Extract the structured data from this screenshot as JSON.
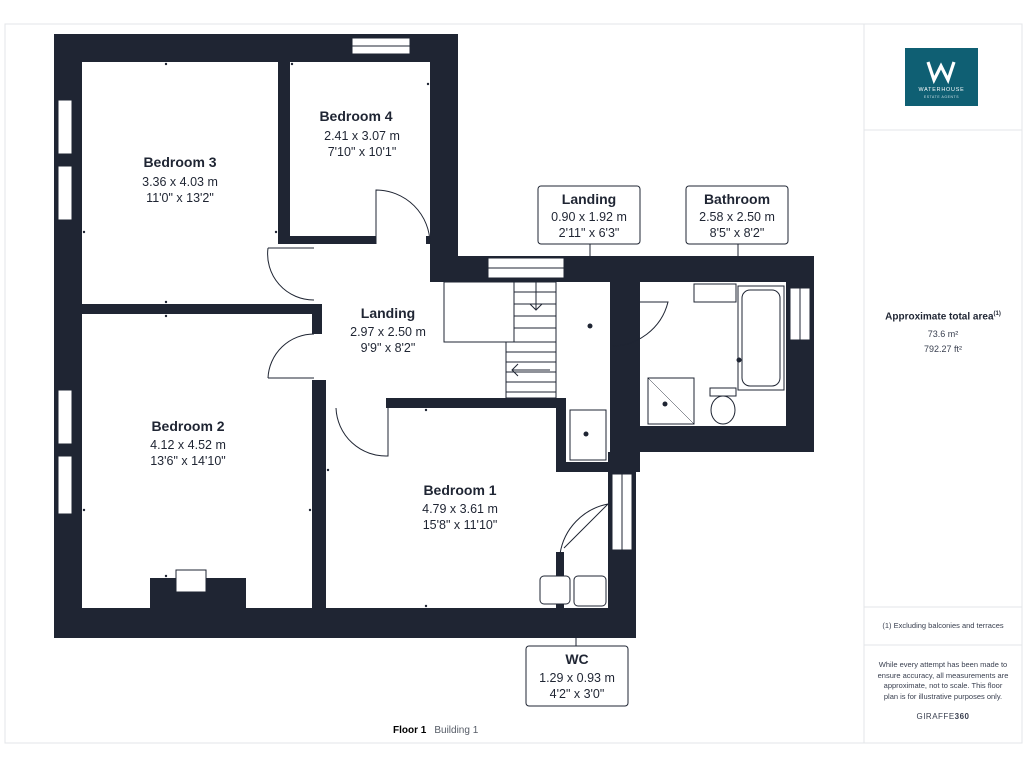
{
  "brand": {
    "name": "WATERHOUSE",
    "tagline": "ESTATE AGENTS",
    "color": "#0f5f73"
  },
  "summary": {
    "heading": "Approximate total area",
    "heading_mark": "(1)",
    "area_m2": "73.6 m²",
    "area_ft2": "792.27 ft²"
  },
  "footnote": "(1) Excluding balconies and terraces",
  "disclaimer": "While every attempt has been made to ensure accuracy, all measurements are approximate, not to scale. This floor plan is for illustrative purposes only.",
  "provider": {
    "prefix": "GIRAFFE",
    "suffix": "360"
  },
  "caption": {
    "floor": "Floor 1",
    "building": "Building 1"
  },
  "rooms": {
    "bedroom3": {
      "name": "Bedroom 3",
      "metric": "3.36 x 4.03 m",
      "imperial": "11'0\" x 13'2\""
    },
    "bedroom4": {
      "name": "Bedroom 4",
      "metric": "2.41 x 3.07 m",
      "imperial": "7'10\" x 10'1\""
    },
    "landing_small": {
      "name": "Landing",
      "metric": "0.90 x 1.92 m",
      "imperial": "2'11\" x 6'3\""
    },
    "bathroom": {
      "name": "Bathroom",
      "metric": "2.58 x 2.50 m",
      "imperial": "8'5\" x 8'2\""
    },
    "landing": {
      "name": "Landing",
      "metric": "2.97 x 2.50 m",
      "imperial": "9'9\" x 8'2\""
    },
    "bedroom2": {
      "name": "Bedroom 2",
      "metric": "4.12 x 4.52 m",
      "imperial": "13'6\" x 14'10\""
    },
    "bedroom1": {
      "name": "Bedroom 1",
      "metric": "4.79 x 3.61 m",
      "imperial": "15'8\" x 11'10\""
    },
    "wc": {
      "name": "WC",
      "metric": "1.29 x 0.93 m",
      "imperial": "4'2\" x 3'0\""
    }
  },
  "colors": {
    "wall": "#1f2533",
    "line": "#1f2533",
    "border": "#e3e5e8"
  }
}
